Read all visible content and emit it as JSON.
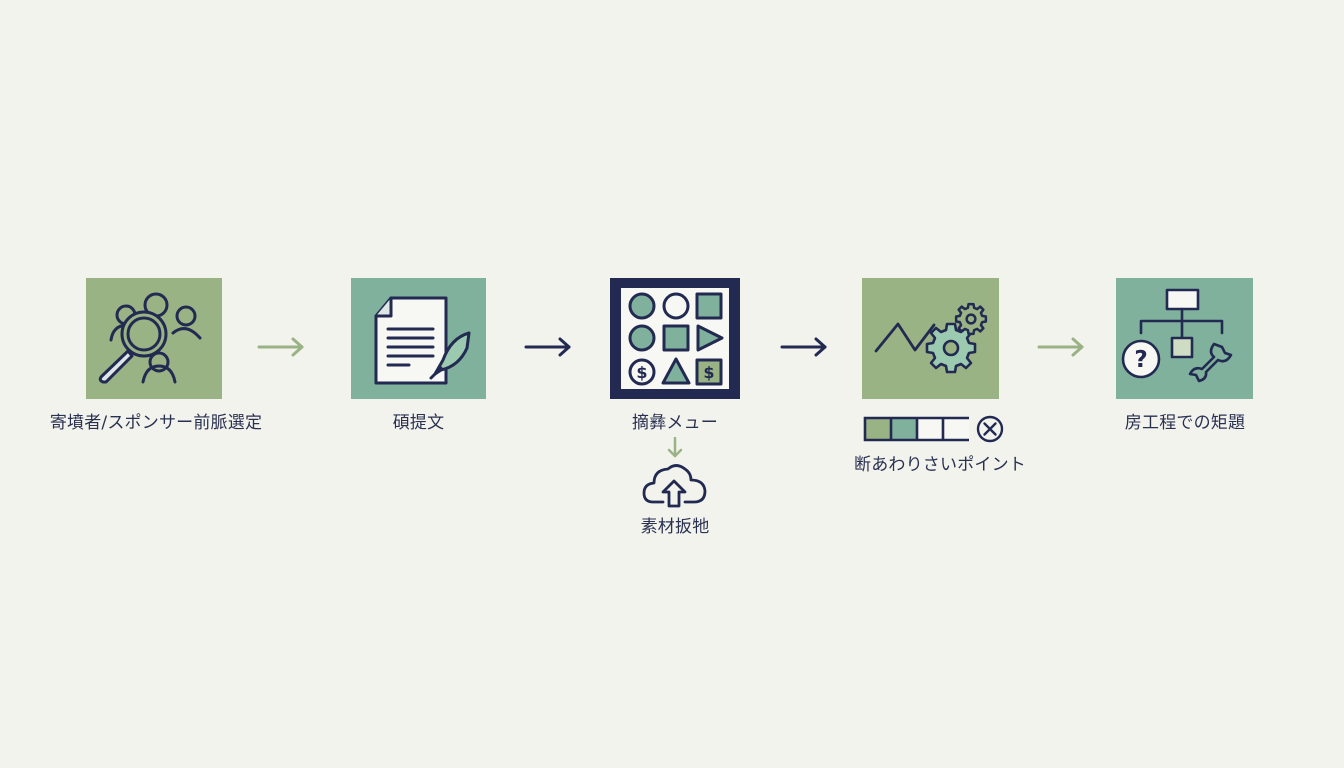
{
  "colors": {
    "background": "#f3f3ee",
    "green": "#9ab385",
    "teal": "#7fb19c",
    "navy": "#222a52",
    "paper": "#f7f7f3",
    "arrow_green": "#9ab385",
    "arrow_navy": "#222a52"
  },
  "steps": [
    {
      "id": "step-1",
      "label": "寄墳者/スポンサー前脈選定",
      "icon": "people-search-icon",
      "box_color": "green"
    },
    {
      "id": "step-2",
      "label": "碩提文",
      "icon": "document-quill-icon",
      "box_color": "teal"
    },
    {
      "id": "step-3",
      "label": "摘彝メュー",
      "icon": "shapes-menu-icon",
      "box_color": "navy-frame",
      "sub": {
        "icon": "cloud-upload-icon",
        "label": "素材扳牠"
      }
    },
    {
      "id": "step-4",
      "label": "断あわりさいポイント",
      "icon": "trend-gears-icon",
      "box_color": "green",
      "progress": {
        "cells": [
          "green",
          "teal",
          "empty",
          "empty"
        ],
        "cancel_icon": "cancel-circle-icon"
      }
    },
    {
      "id": "step-5",
      "label": "房工程での矩題",
      "icon": "hierarchy-help-wrench-icon",
      "box_color": "teal"
    }
  ],
  "arrows": [
    {
      "from": "step-1",
      "to": "step-2",
      "color": "green",
      "icon": "arrow-right-icon"
    },
    {
      "from": "step-2",
      "to": "step-3",
      "color": "navy",
      "icon": "arrow-right-icon"
    },
    {
      "from": "step-3",
      "to": "step-4",
      "color": "navy",
      "icon": "arrow-right-icon"
    },
    {
      "from": "step-4",
      "to": "step-5",
      "color": "green",
      "icon": "arrow-right-icon"
    }
  ]
}
